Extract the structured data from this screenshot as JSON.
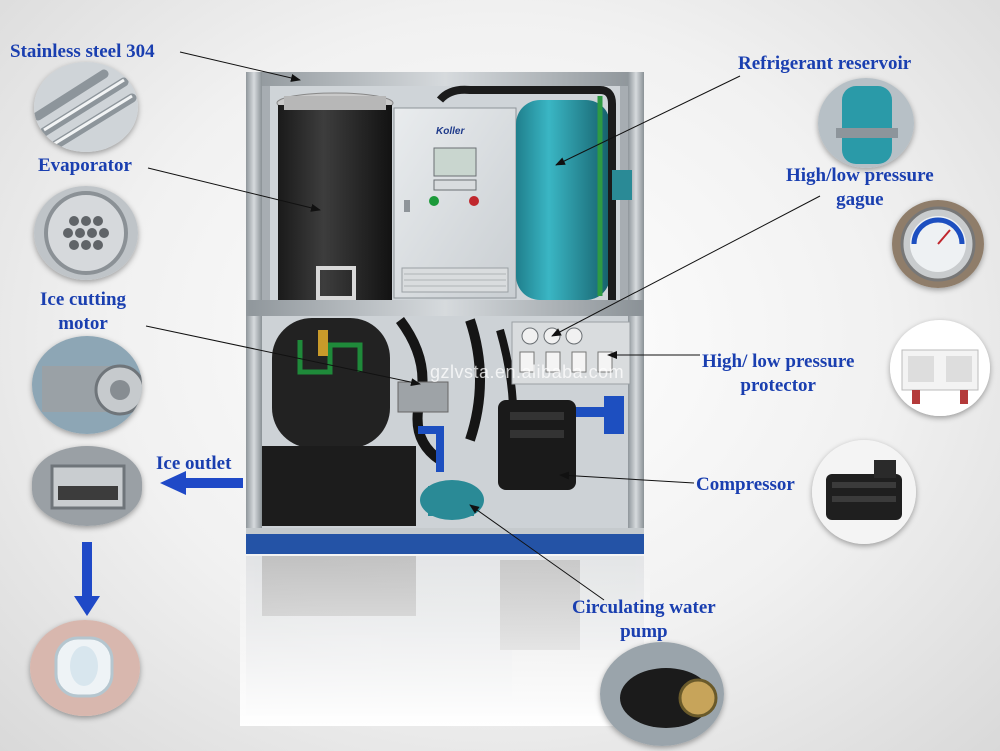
{
  "labels": {
    "stainless": "Stainless steel 304",
    "evaporator": "Evaporator",
    "ice_cutting_1": "Ice cutting",
    "ice_cutting_2": "motor",
    "ice_outlet": "Ice outlet",
    "refrigerant": "Refrigerant reservoir",
    "gauge_1": "High/low pressure",
    "gauge_2": "gague",
    "protector_1": "High/ low pressure",
    "protector_2": "protector",
    "compressor": "Compressor",
    "pump_1": "Circulating water",
    "pump_2": "pump"
  },
  "brand": "Koller",
  "watermark": "gzlvsta.en.alibaba.com",
  "colors": {
    "label": "#1a3fb0",
    "arrow": "#1f49c7",
    "frame": "#9da3a8",
    "base": "#2453a6",
    "tank": "#2a9aa8",
    "evaporator": "#2b2b2b"
  }
}
